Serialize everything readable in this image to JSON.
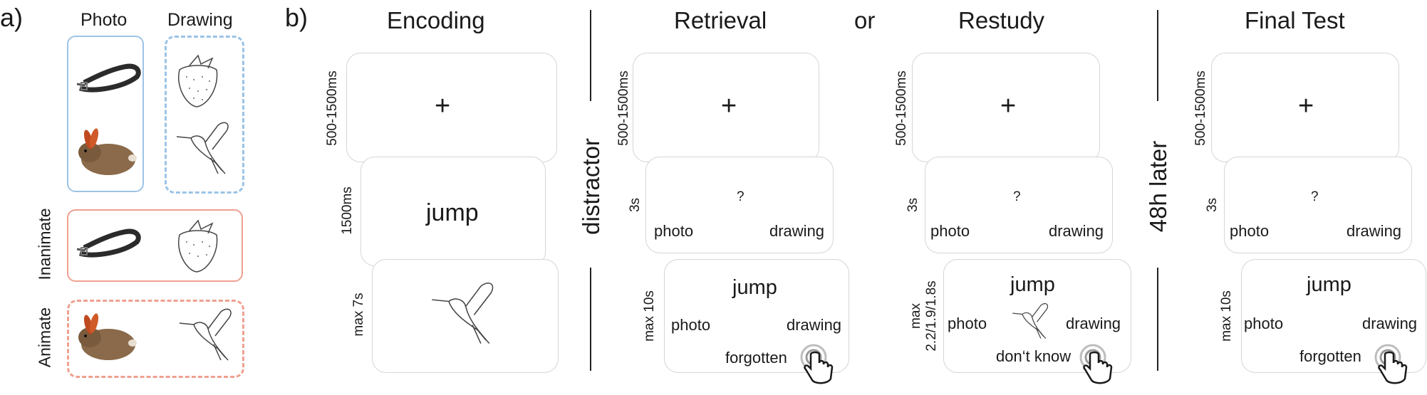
{
  "panel_a": {
    "letter": "a)",
    "col_photo": "Photo",
    "col_drawing": "Drawing",
    "row_inanimate": "Inanimate",
    "row_animate": "Animate",
    "colors": {
      "blue": "#9cc3e6",
      "red": "#f0a090"
    }
  },
  "panel_b": {
    "letter": "b)",
    "encoding": {
      "title": "Encoding",
      "t1": "500-1500ms",
      "t2": "1500ms",
      "t3": "max 7s",
      "fixation": "+",
      "word": "jump"
    },
    "distractor": "distractor",
    "retrieval": {
      "title": "Retrieval",
      "t1": "500-1500ms",
      "t2": "3s",
      "t3": "max 10s",
      "fixation": "+",
      "q": "?",
      "photo": "photo",
      "drawing": "drawing",
      "word": "jump",
      "option": "forgotten"
    },
    "or": "or",
    "restudy": {
      "title": "Restudy",
      "t1": "500-1500ms",
      "t2": "3s",
      "t3a": "max",
      "t3b": "2.2/1.9/1.8s",
      "fixation": "+",
      "q": "?",
      "photo": "photo",
      "drawing": "drawing",
      "word": "jump",
      "option": "don‘t know"
    },
    "later": "48h later",
    "final": {
      "title": "Final Test",
      "t1": "500-1500ms",
      "t2": "3s",
      "t3": "max 10s",
      "fixation": "+",
      "q": "?",
      "photo": "photo",
      "drawing": "drawing",
      "word": "jump",
      "option": "forgotten"
    }
  }
}
